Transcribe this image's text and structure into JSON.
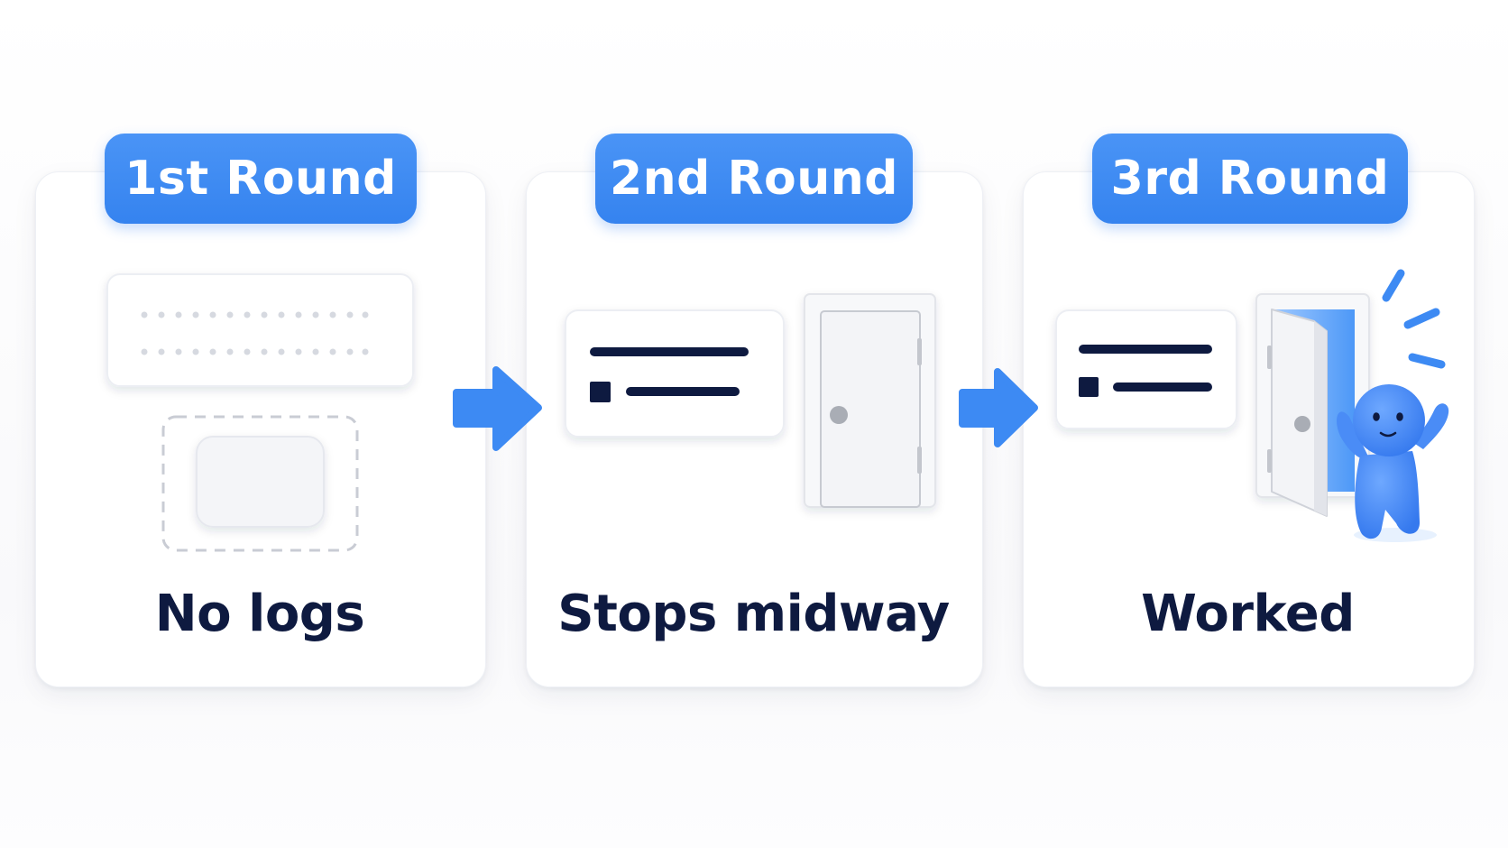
{
  "rounds": [
    {
      "badge": "1st Round",
      "caption": "No logs"
    },
    {
      "badge": "2nd Round",
      "caption": "Stops midway"
    },
    {
      "badge": "3rd Round",
      "caption": "Worked"
    }
  ],
  "colors": {
    "accent_blue": "#3d8af3",
    "navy": "#0e1a40",
    "panel_bg": "#ffffff",
    "door_white": "#f4f5f8",
    "door_knob": "#a9adb5"
  },
  "icons": {
    "round1": [
      "blank-log-placeholder-icon",
      "empty-button-icon"
    ],
    "round2": [
      "log-lines-icon",
      "closed-door-icon"
    ],
    "round3": [
      "log-lines-icon",
      "open-door-icon",
      "happy-character-icon",
      "sparkle-lines-icon"
    ],
    "connectors": [
      "arrow-right-icon",
      "arrow-right-icon"
    ]
  }
}
